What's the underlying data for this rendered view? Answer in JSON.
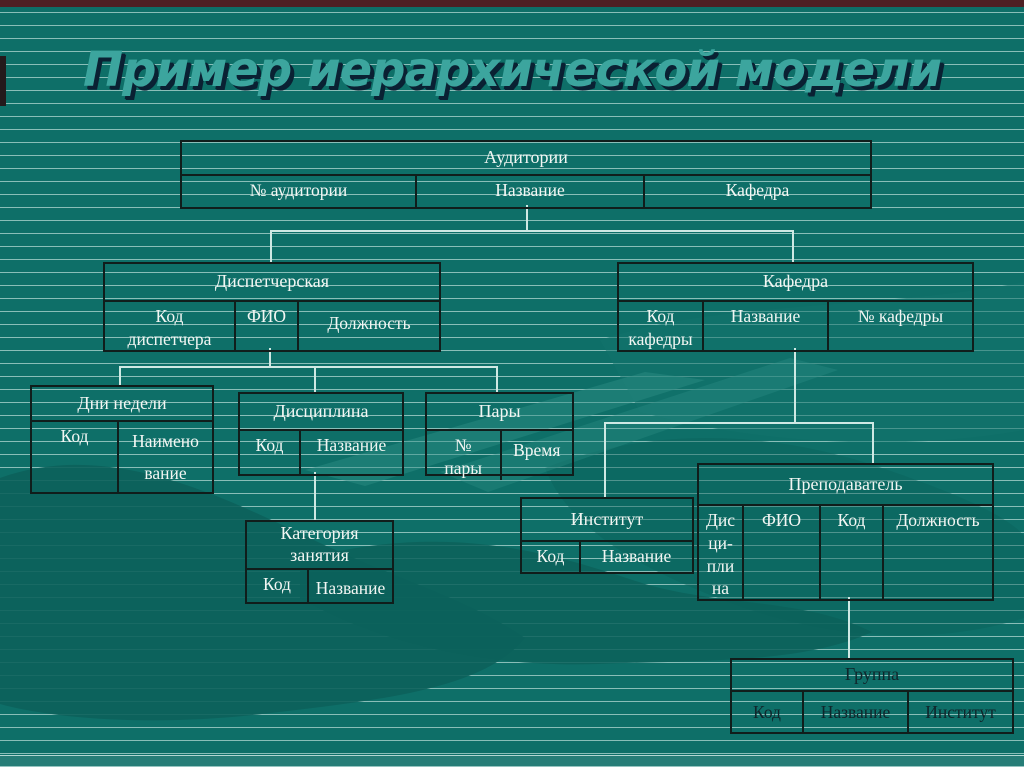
{
  "slide": {
    "title": "Пример иерархической модели",
    "colors": {
      "background": "#0E6F68",
      "rule_line": "#D5EEEA",
      "title_fill": "#3CA59E",
      "title_shadow": "#0A2133",
      "table_border": "#101D1B",
      "table_text": "#F2F6F3",
      "gruppa_text": "#10252B",
      "connector": "#CFE9E4",
      "top_bar": "#4E2024"
    }
  },
  "tables": {
    "auditorii": {
      "title": "Аудитории",
      "columns": [
        "№ аудитории",
        "Название",
        "Кафедра"
      ]
    },
    "dispetcherskaya": {
      "title": "Диспетчерская",
      "columns": [
        "Код\nдиспетчера",
        "ФИО",
        "Должность"
      ]
    },
    "kafedra": {
      "title": "Кафедра",
      "columns": [
        "Код\nкафедры",
        "Название",
        "№ кафедры"
      ]
    },
    "dni_nedeli": {
      "title": "Дни недели",
      "columns": [
        "Код",
        "Наимено\nвание"
      ]
    },
    "disciplina": {
      "title": "Дисциплина",
      "columns": [
        "Код",
        "Название"
      ]
    },
    "pary": {
      "title": "Пары",
      "columns": [
        "№\nпары",
        "Время"
      ]
    },
    "institut": {
      "title": "Институт",
      "columns": [
        "Код",
        "Название"
      ]
    },
    "prepodavatel": {
      "title": "Преподаватель",
      "columns": [
        "Дис\nци-\nпли\nна",
        "ФИО",
        "Код",
        "Должность"
      ]
    },
    "kategoria": {
      "title": "Категория\nзанятия",
      "columns": [
        "Код",
        "Название"
      ]
    },
    "gruppa": {
      "title": "Группа",
      "columns": [
        "Код",
        "Название",
        "Институт"
      ]
    }
  }
}
